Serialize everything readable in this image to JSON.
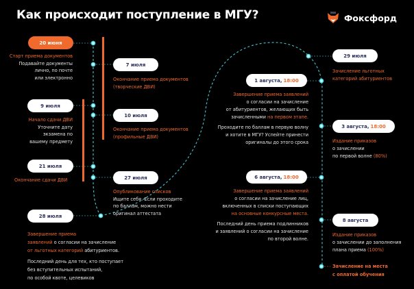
{
  "header": {
    "title": "Как происходит поступление в МГУ?",
    "brand": "Фоксфорд",
    "logo_icon": "fox-icon"
  },
  "colors": {
    "accent": "#ef6a2c",
    "timeline": "#4fd6e0",
    "background": "#000000"
  },
  "events": {
    "e1": {
      "date": "20 июня",
      "title": "Старт приема документов",
      "lines": [
        "Подавайте документы",
        "лично, по почте",
        "или электронно"
      ]
    },
    "e2": {
      "date": "7 июля",
      "lines": [
        "Окончание приема документов",
        "(творческие ДВИ)"
      ]
    },
    "e3": {
      "date": "9 июля",
      "title": "Начало сдачи ДВИ",
      "lines": [
        "Уточните дату",
        "экзамена по",
        "вашему предмету"
      ]
    },
    "e4": {
      "date": "10 июля",
      "lines": [
        "Окончание приема документов",
        "(профильные ДВИ)"
      ]
    },
    "e5": {
      "date": "21 июля",
      "title": "Окончание сдачи ДВИ"
    },
    "e6": {
      "date": "27 июля",
      "title": "Опубликование списков",
      "lines": [
        "Ищите себя. Если проходите",
        "по баллам, можно нести",
        "оригинал аттестата"
      ]
    },
    "e7": {
      "date": "28 июля",
      "title1": "Завершение приема",
      "title2": "заявлений",
      "t2": " о согласии на зачисление",
      "hl": "от льготных категорий",
      "t3": " абитуриентов.",
      "lines": [
        "Последний день для тех, кто поступает",
        "без вступительных испытаний,",
        "по особой квоте, целевиков"
      ]
    },
    "e8": {
      "date": "29 июля",
      "lines": [
        "Зачисление льготных",
        "категорий абитуриентов"
      ]
    },
    "e9": {
      "date": "1 августа,",
      "time": "18:00",
      "title": "Завершение приема заявлений",
      "lines": [
        "о согласии на зачисление",
        "от абитуриентов, желающих быть"
      ],
      "pre": "зачисленными ",
      "hl": "на первом этапе.",
      "lines2": [
        "Проходите по баллам в первую волну",
        "и хотите в МГУ? Успейте принести",
        "оригиналы до этого срока"
      ]
    },
    "e10": {
      "date": "3 августа,",
      "time": "18:00",
      "title": "Издание приказов",
      "lines": [
        "о зачислении"
      ],
      "pre": "по первой волне ",
      "hl": "(80%)"
    },
    "e11": {
      "date": "6 августа,",
      "time": "18:00",
      "title": "Завершение приема заявлений",
      "lines": [
        "о согласии на зачисление лиц,",
        "включенных в списки поступающих"
      ],
      "hl": "на основные конкурсные места.",
      "lines2": [
        "Последний день приема подлинников",
        "и заявлений о согласии на зачисление",
        "по второй волне."
      ]
    },
    "e12": {
      "date": "8 августа",
      "title": "Издание приказов",
      "lines": [
        "о зачислении до заполнения"
      ],
      "pre": "плана приема ",
      "hl": "(100%)"
    },
    "e13": {
      "lines": [
        "Зачисление на места",
        "с оплатой обучения"
      ]
    }
  }
}
